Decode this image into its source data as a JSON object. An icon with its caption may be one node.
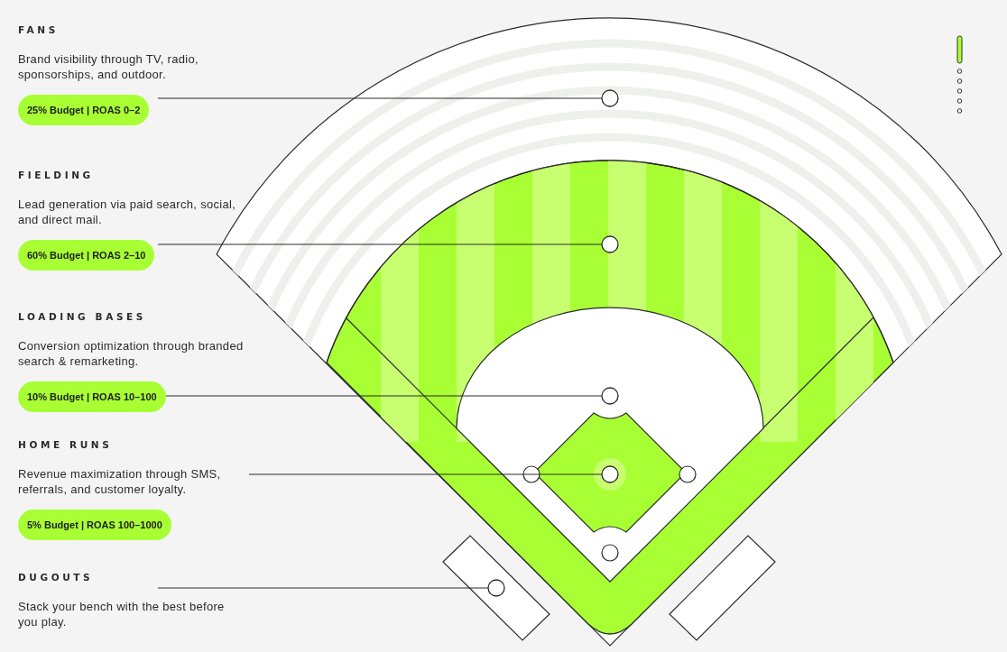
{
  "diagram": {
    "nodes": [
      {
        "text": [
          "FANS",
          "Brand visibility through TV, radio, sponsorships, and outdoor."
        ]
      },
      {
        "text": [
          "25% Budget | ROAS 0–2"
        ]
      },
      {
        "text": [],
        "shape": "circle"
      },
      {
        "text": [
          "FIELDING",
          "Lead generation via paid search, social, and direct mail."
        ]
      },
      {
        "text": [
          "60% Budget | ROAS 2–10"
        ]
      },
      {
        "text": [],
        "shape": "circle"
      },
      {
        "text": [
          "LOADING BASES",
          "Conversion optimization through branded search & remarketing."
        ]
      },
      {
        "text": [
          "10% Budget | ROAS 10–100"
        ]
      },
      {
        "text": [],
        "shape": "circle"
      },
      {
        "text": [
          "HOME RUNS",
          "Revenue maximization through SMS, referrals, and customer loyalty."
        ]
      },
      {
        "text": [
          "5% Budget | ROAS 100–1000"
        ]
      },
      {
        "text": [],
        "shape": "circle"
      },
      {
        "text": [
          "DUGOUTS",
          "Stack your bench with the best before you play."
        ]
      },
      {
        "text": [],
        "shape": "circle"
      }
    ],
    "edges": [
      {
        "from": 1,
        "to": 2,
        "arrow": "none"
      },
      {
        "from": 4,
        "to": 5,
        "arrow": "none"
      },
      {
        "from": 7,
        "to": 8,
        "arrow": "none"
      },
      {
        "from": 9,
        "to": 11,
        "arrow": "none"
      },
      {
        "from": 12,
        "to": 13,
        "arrow": "none"
      }
    ]
  }
}
